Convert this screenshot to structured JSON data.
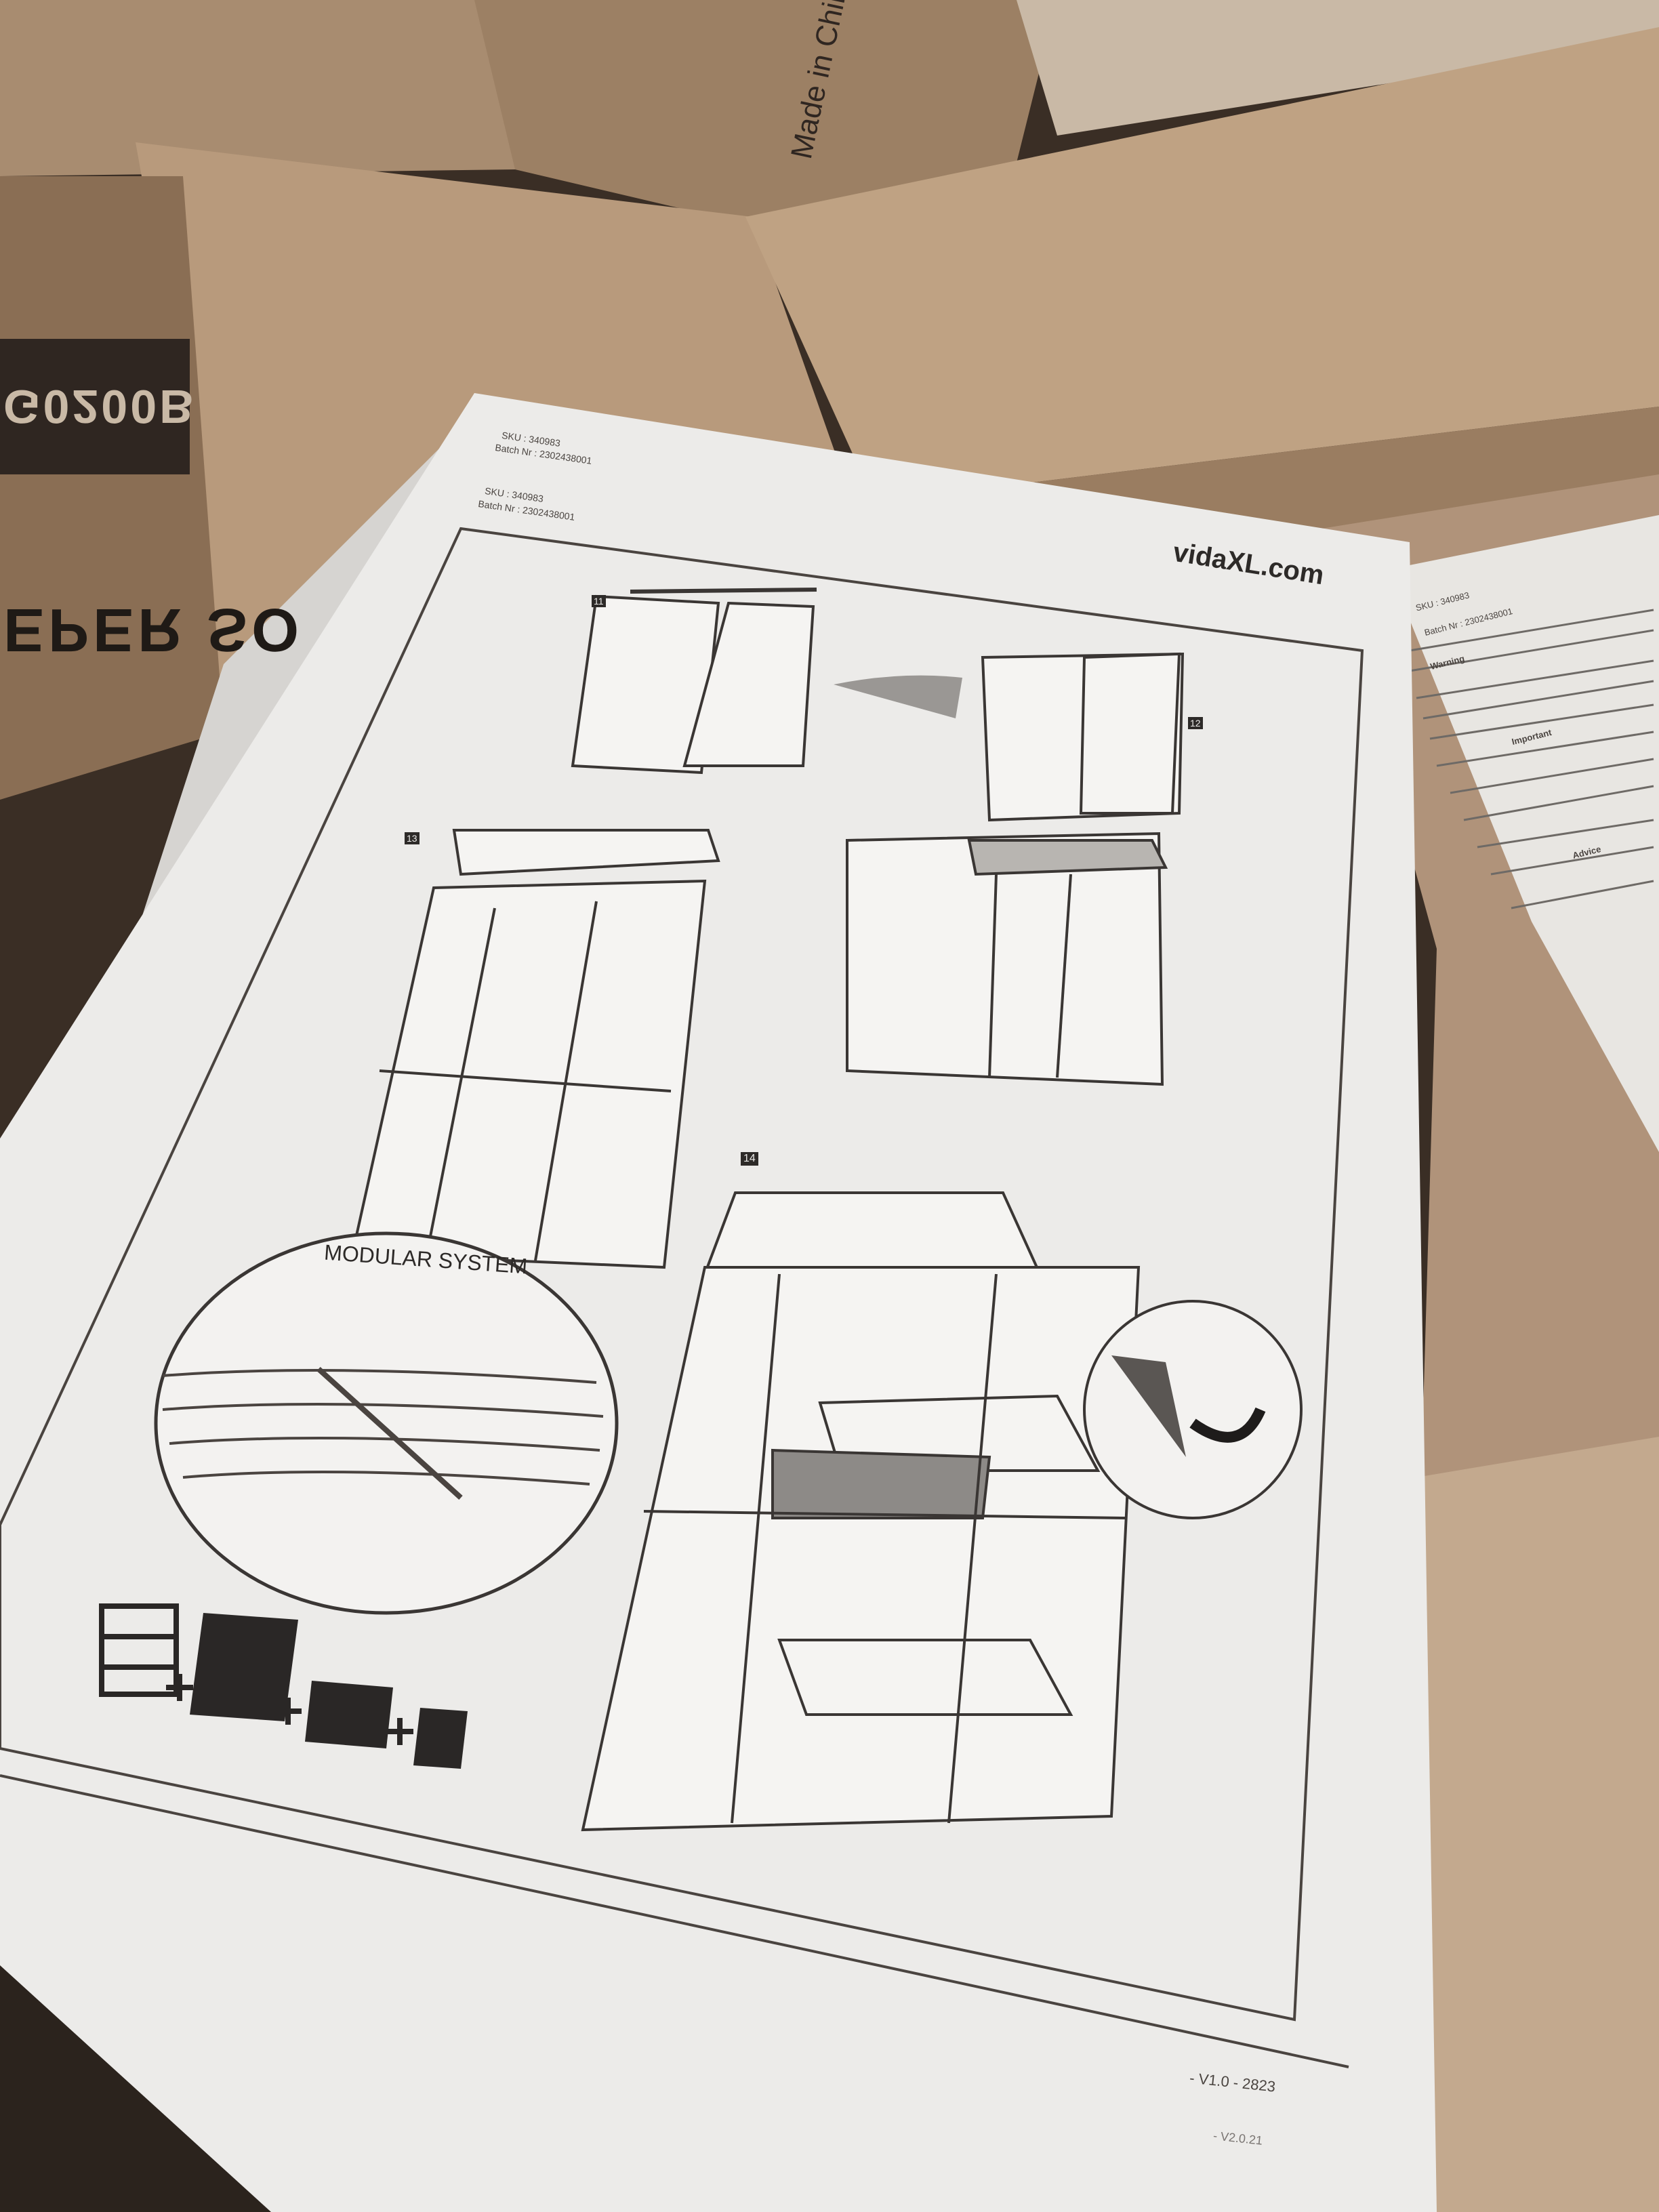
{
  "page": {
    "sku_line_top": "SKU : 340983",
    "batch_line_top": "Batch Nr : 2302438001",
    "sku_line": "SKU : 340983",
    "batch_line": "Batch Nr : 2302438001",
    "brand": "vidaXL.com",
    "steps": [
      "11",
      "12",
      "13",
      "14"
    ],
    "inset_caption": "MODULAR SYSTEM",
    "version_a": "- V1.0 - 2823",
    "version_b": "- V2.0.21"
  },
  "right_sheet": {
    "sku": "SKU : 340983",
    "batch": "Batch Nr : 2302438001",
    "section_warning": "Warning",
    "section_important": "Important",
    "section_notice": "Advice"
  },
  "boxes": {
    "left_box_text": "EPER SO",
    "left_box_code": "G0200B",
    "top_box_text": "Made in China"
  },
  "colors": {
    "paper": "#ecebe9",
    "ink": "#3a3634",
    "cardboard": "#b89a7c",
    "cardboard_dark": "#7a6048",
    "shadow": "#2a211a"
  }
}
